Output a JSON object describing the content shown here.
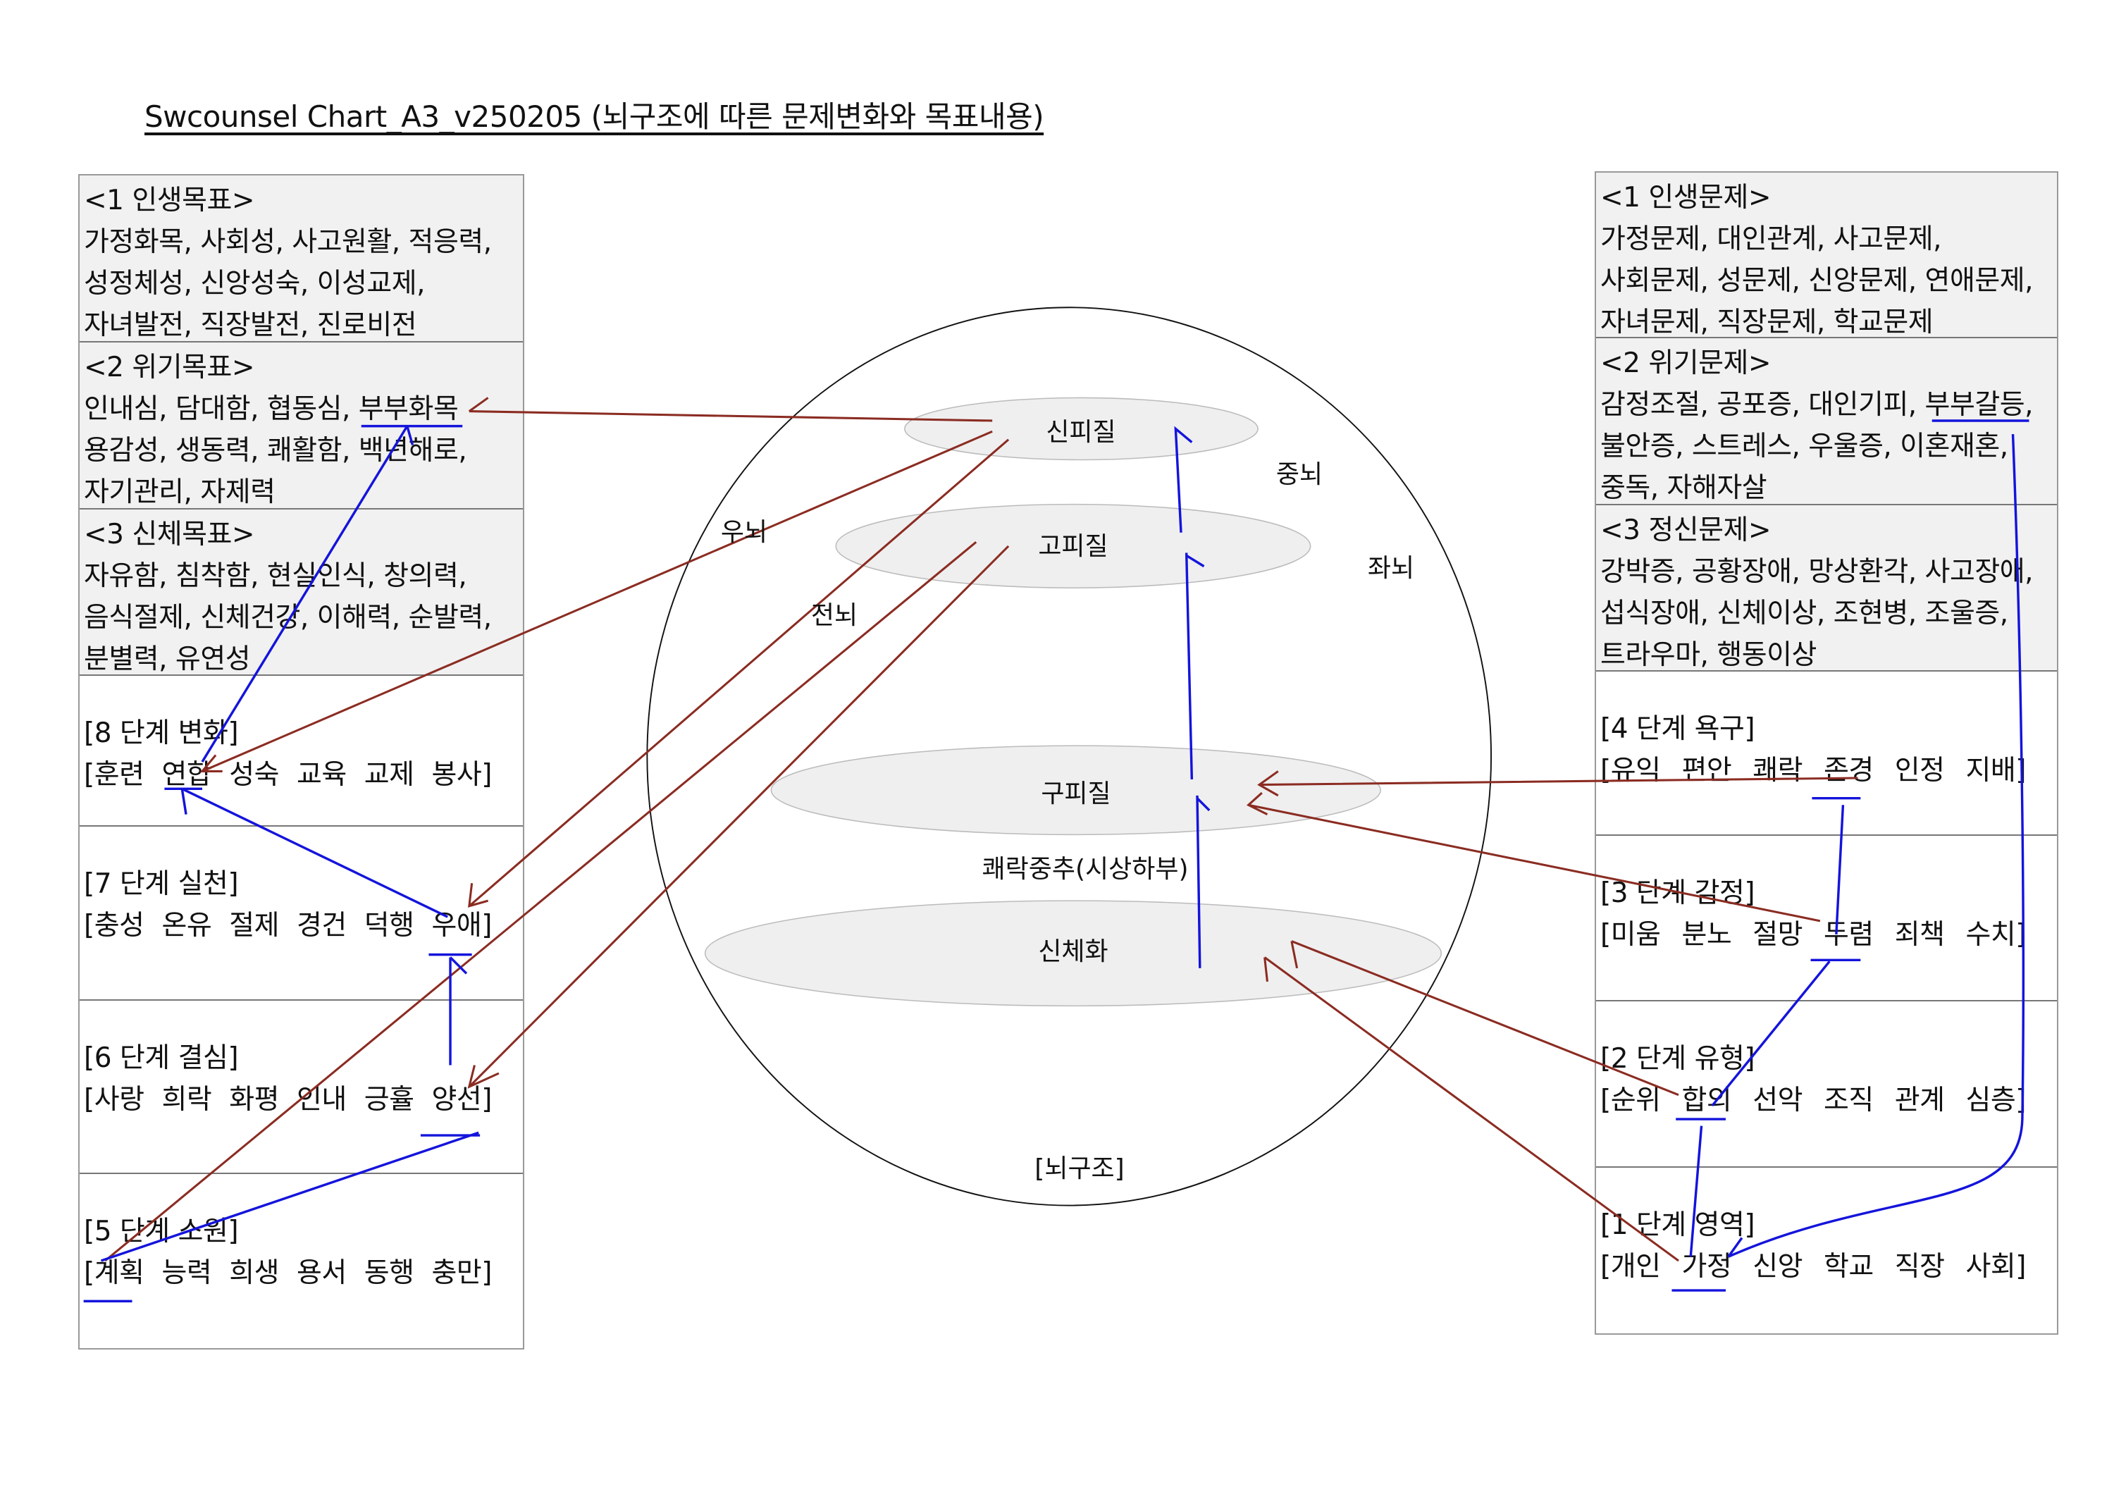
{
  "title": "Swcounsel Chart_A3_v250205 (뇌구조에 따른 문제변화와 목표내용)",
  "left_column": [
    {
      "type": "goal",
      "heading": "<1 인생목표>",
      "lines": [
        "가정화목, 사회성, 사고원활, 적응력,",
        "성정체성, 신앙성숙, 이성교제,",
        "자녀발전, 직장발전, 진로비전"
      ]
    },
    {
      "type": "goal",
      "heading": "<2 위기목표>",
      "lines": [
        "인내심, 담대함, 협동심, 부부화목",
        "용감성, 생동력, 쾌활함, 백년해로,",
        "자기관리, 자제력"
      ]
    },
    {
      "type": "goal",
      "heading": "<3 신체목표>",
      "lines": [
        "자유함, 침착함, 현실인식, 창의력,",
        "음식절제, 신체건강, 이해력, 순발력,",
        "분별력, 유연성"
      ]
    },
    {
      "type": "stage",
      "heading": "[8 단계 변화]",
      "words": [
        "[훈련",
        "연합",
        "성숙",
        "교육",
        "교제",
        "봉사]"
      ]
    },
    {
      "type": "stage",
      "heading": "[7 단계 실천]",
      "words": [
        "[충성",
        "온유",
        "절제",
        "경건",
        "덕행",
        "우애]"
      ]
    },
    {
      "type": "stage",
      "heading": "[6 단계 결심]",
      "words": [
        "[사랑",
        "희락",
        "화평",
        "인내",
        "긍휼",
        "양선]"
      ]
    },
    {
      "type": "stage",
      "heading": "[5 단계 소원]",
      "words": [
        "[계획",
        "능력",
        "희생",
        "용서",
        "동행",
        "충만]"
      ]
    }
  ],
  "right_column": [
    {
      "type": "goal",
      "heading": "<1 인생문제>",
      "lines": [
        "가정문제, 대인관계, 사고문제,",
        "사회문제, 성문제, 신앙문제, 연애문제,",
        "자녀문제, 직장문제, 학교문제"
      ]
    },
    {
      "type": "goal",
      "heading": "<2 위기문제>",
      "lines": [
        "감정조절, 공포증, 대인기피, 부부갈등,",
        "불안증, 스트레스, 우울증, 이혼재혼,",
        "중독, 자해자살"
      ]
    },
    {
      "type": "goal",
      "heading": "<3 정신문제>",
      "lines": [
        "강박증, 공황장애, 망상환각, 사고장애,",
        "섭식장애, 신체이상, 조현병, 조울증,",
        "트라우마, 행동이상"
      ]
    },
    {
      "type": "stage",
      "heading": "[4 단계 욕구]",
      "words": [
        "[유익",
        "편안",
        "쾌락",
        "존경",
        "인정",
        "지배]"
      ]
    },
    {
      "type": "stage",
      "heading": "[3 단계 감정]",
      "words": [
        "[미움",
        "분노",
        "절망",
        "두렴",
        "죄책",
        "수치]"
      ]
    },
    {
      "type": "stage",
      "heading": "[2 단계 유형]",
      "words": [
        "[순위",
        "합의",
        "선악",
        "조직",
        "관계",
        "심층]"
      ]
    },
    {
      "type": "stage",
      "heading": "[1 단계 영역]",
      "words": [
        "[개인",
        "가정",
        "신앙",
        "학교",
        "직장",
        "사회]"
      ]
    }
  ],
  "brain": {
    "layers": [
      "신피질",
      "고피질",
      "구피질",
      "신체화"
    ],
    "labels": {
      "midbrain": "중뇌",
      "left_brain": "좌뇌",
      "right_brain": "우뇌",
      "forebrain": "전뇌",
      "pleasure_center": "쾌락중추(시상하부)",
      "caption": "[뇌구조]"
    }
  },
  "colors": {
    "brown_arrow": "#8b2c22",
    "blue_arrow": "#1414dc",
    "box_fill": "#f1f1f1",
    "layer_fill": "#efefef"
  }
}
